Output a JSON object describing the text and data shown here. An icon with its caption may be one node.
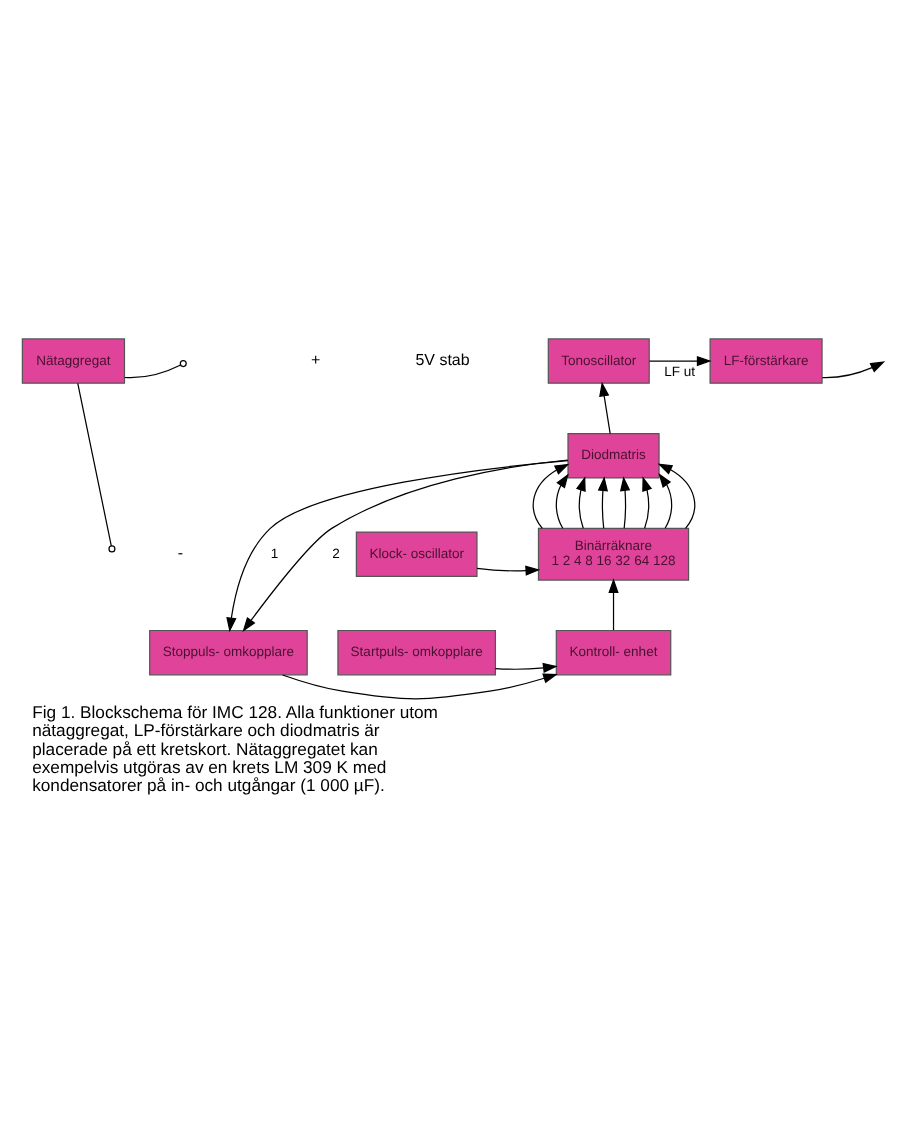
{
  "diagram": {
    "caption": "Fig 1. Blockschema för IMC 128. Alla funktioner utom nätaggregat, LP-förstärkare och diodmatris är placerade på ett kretskort. Nätaggregatet kan exempelvis utgöras av en krets LM 309 K med kondensatorer på in- och utgångar (1 000 µF).",
    "nodes": [
      {
        "text": [
          "Nätaggregat"
        ]
      },
      {
        "text": [
          "Tonoscillator"
        ]
      },
      {
        "text": [
          "LF-förstärkare"
        ]
      },
      {
        "text": [
          "Diodmatris"
        ]
      },
      {
        "text": [
          "Klock- oscillator"
        ]
      },
      {
        "text": [
          "Binärräknare",
          "1 2 4 8 16 32 64 128"
        ]
      },
      {
        "text": [
          "Startpuls- omkopplare"
        ]
      },
      {
        "text": [
          "Kontroll- enhet"
        ]
      },
      {
        "text": [
          "Stoppuls- omkopplare"
        ]
      }
    ],
    "edges": [
      {
        "from": 0,
        "to": null,
        "arrow": "other"
      },
      {
        "from": 0,
        "to": null,
        "arrow": "other"
      },
      {
        "from": 1,
        "to": 2,
        "arrow": "to",
        "label": "LF ut"
      },
      {
        "from": 2,
        "to": null,
        "arrow": "to"
      },
      {
        "from": 3,
        "to": 1,
        "arrow": "to"
      },
      {
        "from": 5,
        "to": 3,
        "arrow": "to"
      },
      {
        "from": 5,
        "to": 3,
        "arrow": "to"
      },
      {
        "from": 5,
        "to": 3,
        "arrow": "to"
      },
      {
        "from": 5,
        "to": 3,
        "arrow": "to"
      },
      {
        "from": 5,
        "to": 3,
        "arrow": "to"
      },
      {
        "from": 5,
        "to": 3,
        "arrow": "to"
      },
      {
        "from": 5,
        "to": 3,
        "arrow": "to"
      },
      {
        "from": 5,
        "to": 3,
        "arrow": "to"
      },
      {
        "from": 4,
        "to": 5,
        "arrow": "to"
      },
      {
        "from": 7,
        "to": 5,
        "arrow": "to"
      },
      {
        "from": 6,
        "to": 7,
        "arrow": "to"
      },
      {
        "from": 8,
        "to": 7,
        "arrow": "to"
      },
      {
        "from": 3,
        "to": 8,
        "arrow": "to",
        "label": "1"
      },
      {
        "from": 3,
        "to": 8,
        "arrow": "to",
        "label": "2"
      }
    ],
    "labels": [
      "+",
      "5V stab",
      "-"
    ]
  }
}
